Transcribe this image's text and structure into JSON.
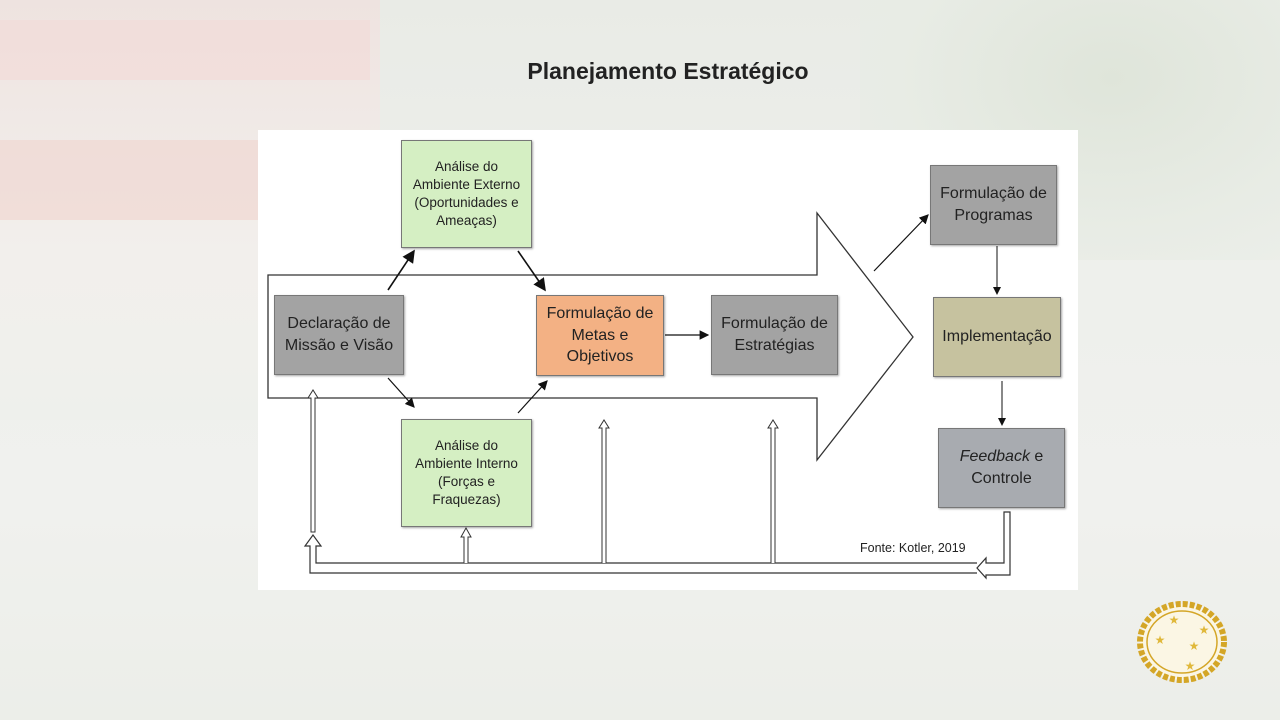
{
  "slide": {
    "title": "Planejamento Estratégico"
  },
  "diagram": {
    "nodes": {
      "missao": "Declaração de Missão e Visão",
      "externo": "Análise do Ambiente Externo (Oportunidades e Ameaças)",
      "interno": "Análise do Ambiente Interno (Forças e Fraquezas)",
      "metas": "Formulação de Metas e Objetivos",
      "estrategias": "Formulação de Estratégias",
      "programas": "Formulação de Programas",
      "implementacao": "Implementação",
      "feedback_italic": "Feedback",
      "feedback_rest": " e Controle"
    },
    "source": "Fonte: Kotler, 2019"
  },
  "colors": {
    "green": "#d5efc3",
    "gray": "#a3a3a3",
    "orange": "#f3b184",
    "khaki": "#c6c29f",
    "seal_gold": "#d4a627"
  }
}
